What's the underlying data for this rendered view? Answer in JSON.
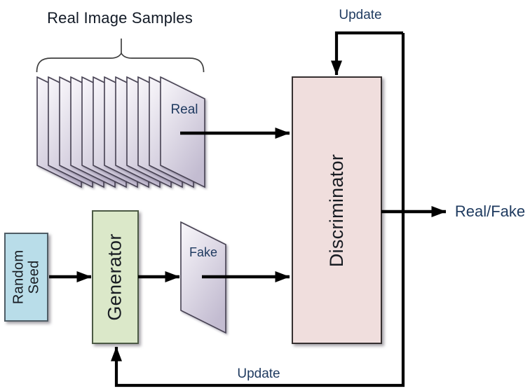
{
  "diagram": {
    "title": "Real Image Samples",
    "real_stack": {
      "card_count": 12,
      "front_label": "Real"
    },
    "fake_card": {
      "label": "Fake"
    },
    "nodes": {
      "random_seed": {
        "label": "Random Seed"
      },
      "generator": {
        "label": "Generator"
      },
      "discriminator": {
        "label": "Discriminator"
      }
    },
    "annotations": {
      "update_top": "Update",
      "update_bottom": "Update",
      "output": "Real/Fake"
    },
    "colors": {
      "random_seed_fill": "#b9dde9",
      "random_seed_border": "#4f5d66",
      "generator_fill": "#dbe8c9",
      "generator_border": "#4c5a45",
      "discriminator_fill": "#f0dedd",
      "discriminator_border": "#363030",
      "card_gradient_top": "#f9f7fb",
      "card_gradient_bottom": "#c3bcd1",
      "card_border": "#464152",
      "arrow": "#000000",
      "brace": "#3f3f3f"
    }
  }
}
